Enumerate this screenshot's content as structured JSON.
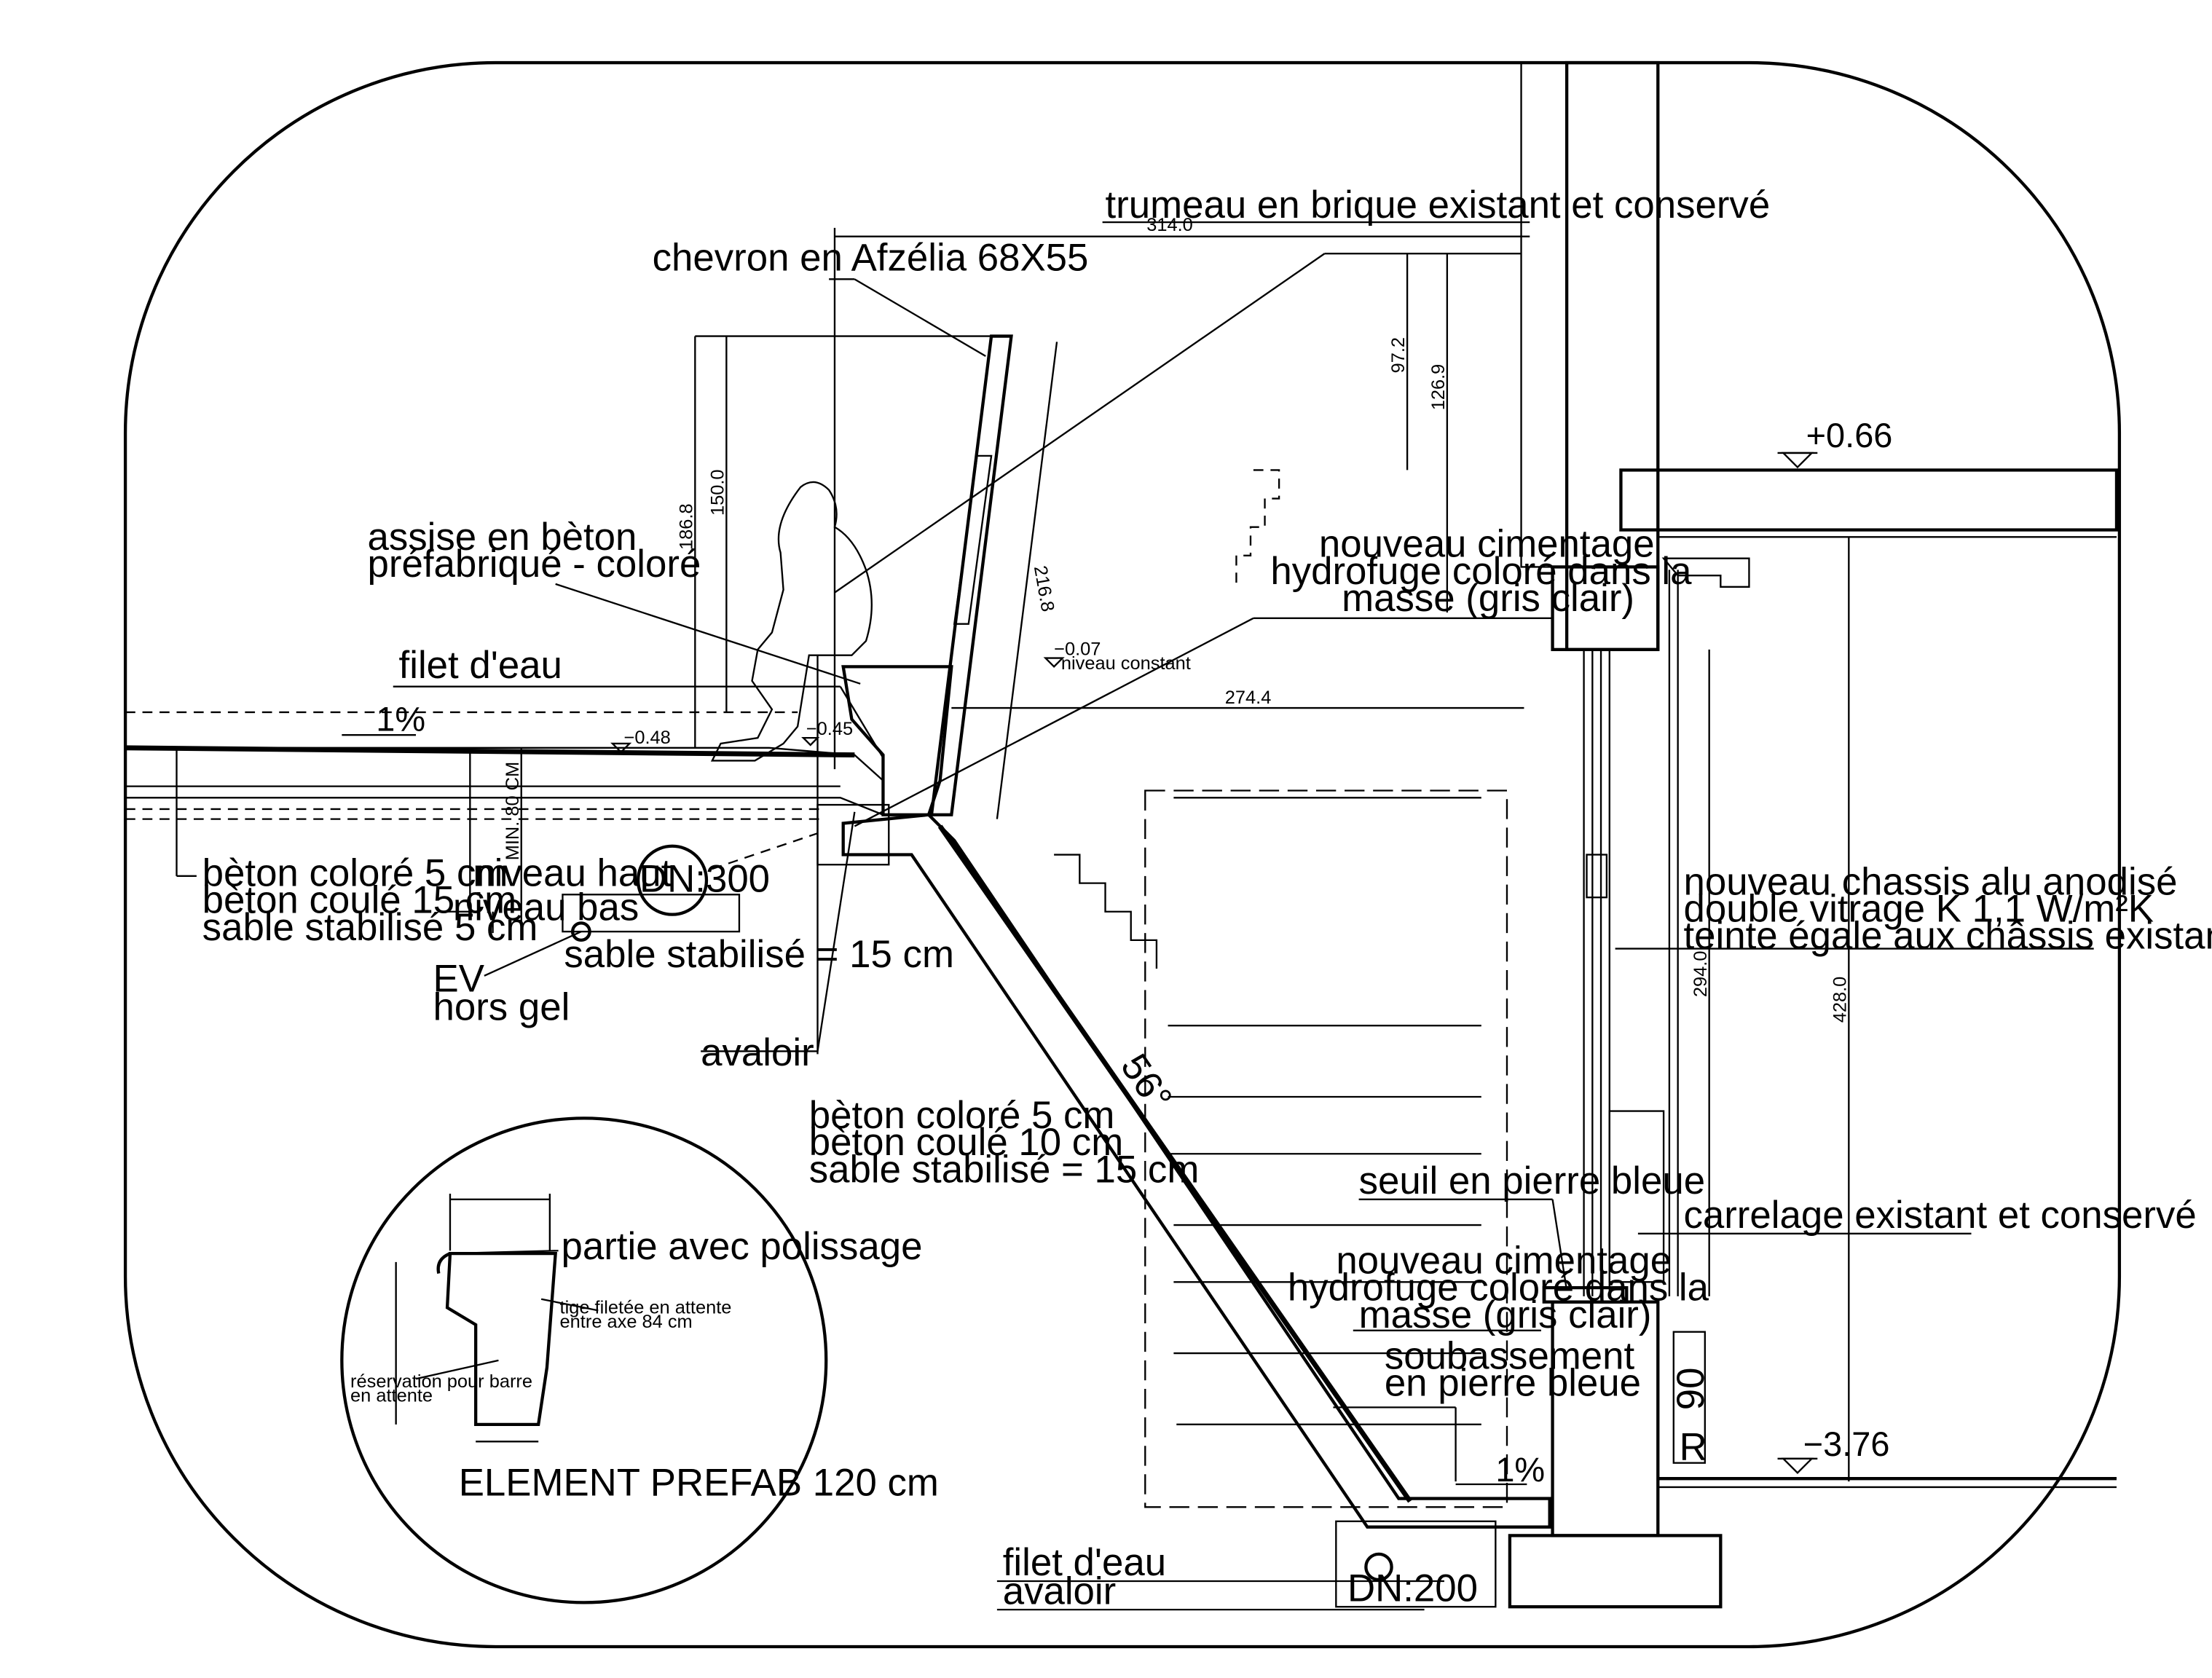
{
  "labels": {
    "trumeau": "trumeau  en brique existant et conservé",
    "chevron": "chevron en Afzélia 68X55",
    "assise_1": "assise en bèton",
    "assise_2": "préfabriqué - coloré",
    "filet_eau_top": "filet d'eau",
    "cimentage_top_1": "nouveau cimentage",
    "cimentage_top_2": "hydrofuge coloré dans la",
    "cimentage_top_3": "masse (gris clair)",
    "layers_left_1": "bèton coloré  5 cm",
    "layers_left_2": "bèton coulé 15 cm",
    "layers_left_3": "sable stabilisé 5 cm",
    "niveau_haut": "niveau haut",
    "niveau_bas": "niveau bas",
    "dn300": "DN:300",
    "sable_15": "sable stabilisé = 15 cm",
    "ev_1": "EV",
    "ev_2": "hors gel",
    "avaloir_mid": "avaloir",
    "layers_ramp_1": "bèton coloré  5 cm",
    "layers_ramp_2": "bèton coulé 10 cm",
    "layers_ramp_3": "sable stabilisé = 15 cm",
    "chassis_1": "nouveau chassis alu anodisé",
    "chassis_2": "double vitrage  K 1,1 W/m²K",
    "chassis_3": "teinte égale aux châssis existants :blancs",
    "seuil": "seuil en pierre bleue",
    "carrelage": "carrelage existant et conservé",
    "cimentage_bot_1": "nouveau cimentage",
    "cimentage_bot_2": "hydrofuge coloré dans la",
    "cimentage_bot_3": "masse (gris clair)",
    "soubassement_1": "soubassement",
    "soubassement_2": "en pierre bleue",
    "filet_eau_bot": "filet d'eau",
    "avaloir_bot": "avaloir",
    "dn200": "DN:200",
    "slope_top": "1%",
    "slope_bot": "1%",
    "angle": "56°",
    "level_plus": "+0.66",
    "level_minus": "−3.76",
    "level_m007": "−0.07",
    "niveau_constant": "niveau constant",
    "level_m048": "−0.48",
    "level_m045": "−0.45",
    "min80": "MIN. 80 CM",
    "r_letter": "R",
    "ninety": "90"
  },
  "dimensions": {
    "d314": "314.0",
    "d972": "97.2",
    "d1269": "126.9",
    "d1868": "186.8",
    "d1500": "150.0",
    "d2168": "216.8",
    "d2744": "274.4",
    "d2940": "294.0",
    "d4280": "428.0"
  },
  "detail": {
    "title": "ELEMENT PREFAB 120 cm",
    "polissage": "partie avec polissage",
    "tige_1": "tige filetée en attente",
    "tige_2": "entre axe 84 cm",
    "reservation_1": "réservation pour barre",
    "reservation_2": "en attente"
  }
}
